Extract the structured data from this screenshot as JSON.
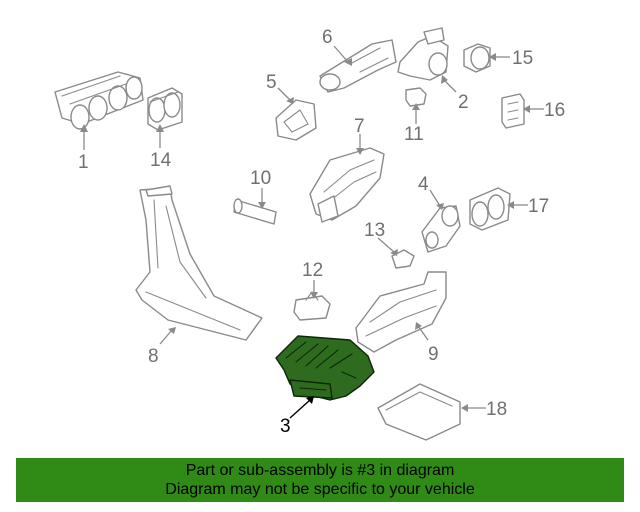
{
  "callouts": {
    "c1": "1",
    "c2": "2",
    "c3": "3",
    "c4": "4",
    "c5": "5",
    "c6": "6",
    "c7": "7",
    "c8": "8",
    "c9": "9",
    "c10": "10",
    "c11": "11",
    "c12": "12",
    "c13": "13",
    "c14": "14",
    "c15": "15",
    "c16": "16",
    "c17": "17",
    "c18": "18"
  },
  "highlighted_part": "3",
  "banner": {
    "line1": "Part or sub-assembly is #3 in diagram",
    "line2": "Diagram may not be specific to your vehicle"
  },
  "colors": {
    "banner": "#2f8a16",
    "highlight_fill": "#2e6b1f",
    "line_art": "#8a8a8a"
  }
}
